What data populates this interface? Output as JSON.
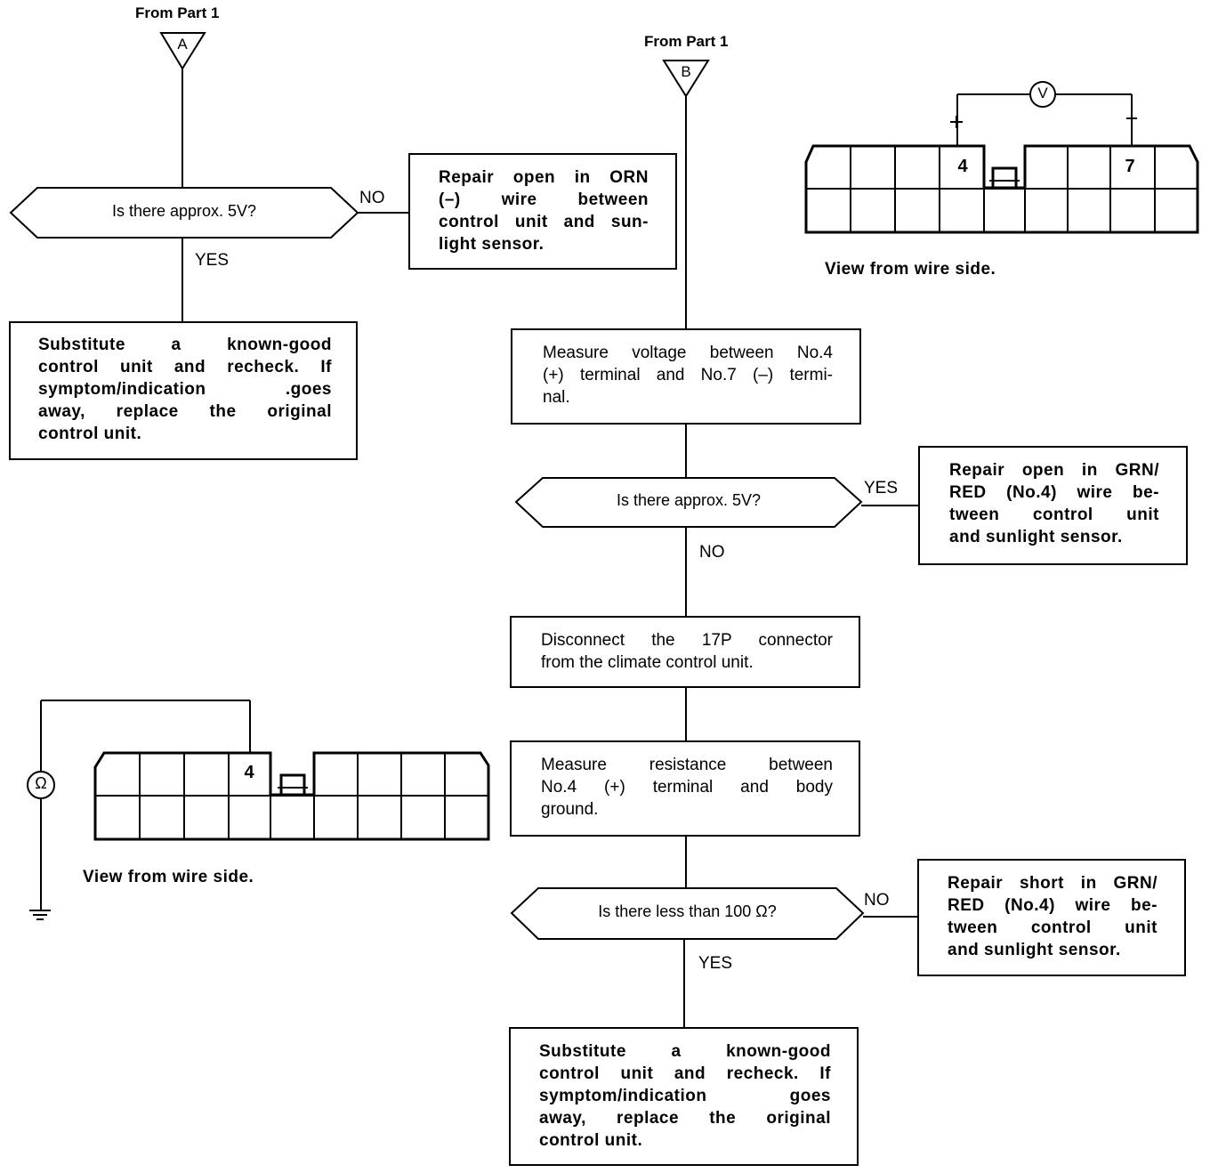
{
  "left_branch": {
    "header": "From Part 1",
    "connector": "A",
    "decision": "Is there approx. 5V?",
    "no_label": "NO",
    "yes_label": "YES",
    "no_box_lines": [
      "Repair open in ORN",
      "(–)  wire  between",
      "control unit and sun-",
      "light sensor."
    ],
    "yes_box_lines": [
      "Substitute a known-good",
      "control unit and recheck. If",
      "symptom/indication .goes",
      "away, replace the original",
      "control unit."
    ]
  },
  "right_branch": {
    "header": "From Part 1",
    "connector": "B",
    "measure_voltage_lines": [
      "Measure voltage between No.4",
      "(+) terminal and No.7 (–) termi-",
      "nal."
    ],
    "decision1": "Is there approx. 5V?",
    "d1_yes_label": "YES",
    "d1_no_label": "NO",
    "d1_yes_box_lines": [
      "Repair open in GRN/",
      "RED (No.4) wire be-",
      "tween control unit",
      "and sunlight sensor."
    ],
    "disconnect_lines": [
      "Disconnect the 17P connector",
      "from the climate control unit."
    ],
    "measure_resistance_lines": [
      "Measure resistance between",
      "No.4 (+) terminal and body",
      "ground."
    ],
    "decision2": "Is there less than 100 Ω?",
    "d2_no_label": "NO",
    "d2_yes_label": "YES",
    "d2_no_box_lines": [
      "Repair short in GRN/",
      "RED (No.4) wire be-",
      "tween control unit",
      "and sunlight sensor."
    ],
    "final_box_lines": [
      "Substitute a known-good",
      "control unit and recheck. If",
      "symptom/indication goes",
      "away, replace the original",
      "control unit."
    ]
  },
  "connector_top": {
    "meter": "V",
    "plus": "+",
    "minus": "–",
    "pin_a": "4",
    "pin_b": "7",
    "caption": "View from wire side."
  },
  "connector_bottom": {
    "meter": "Ω",
    "pin_a": "4",
    "caption": "View from wire side."
  }
}
